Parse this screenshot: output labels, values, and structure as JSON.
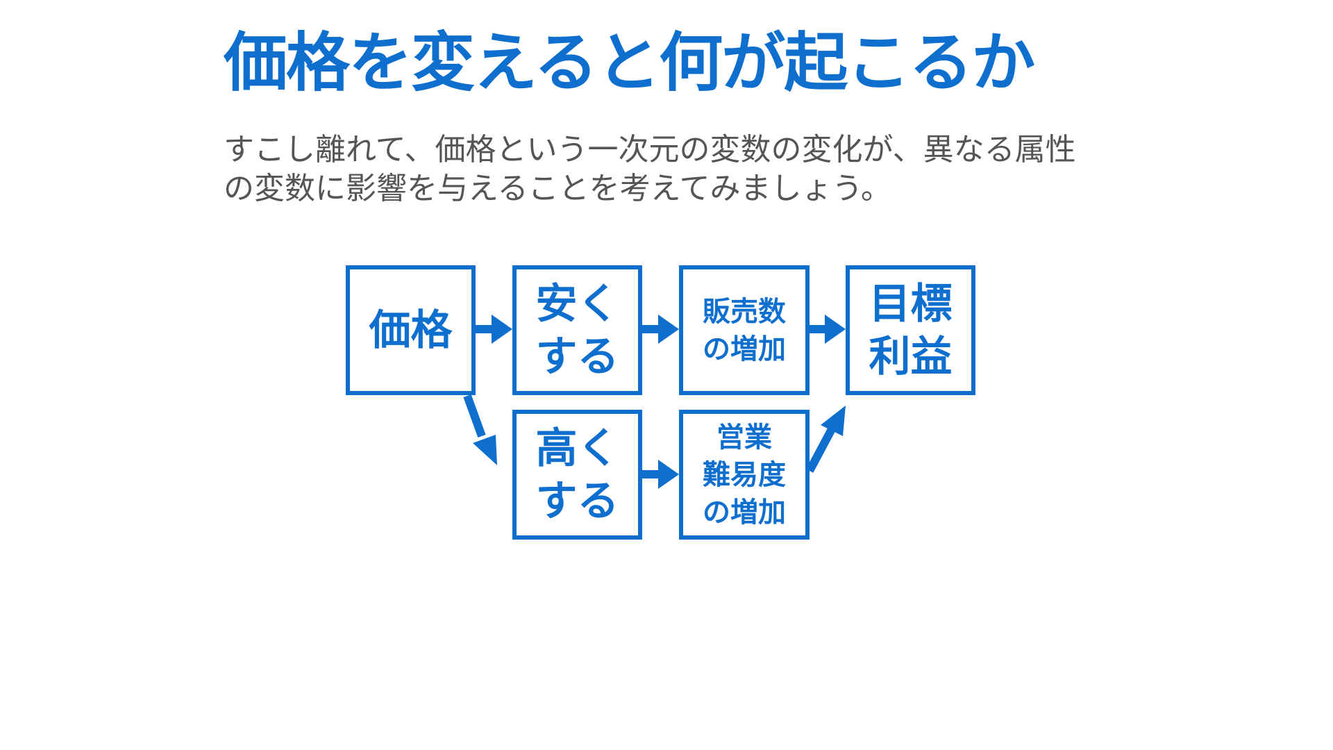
{
  "slide": {
    "title": "価格を変えると何が起こるか",
    "description": [
      "すこし離れて、価格という一次元の変数の変化が、異なる属性",
      "の変数に影響を与えることを考えてみましょう。"
    ]
  },
  "diagram": {
    "color": "#0f6fcf",
    "nodes": {
      "price": "価格",
      "cheaper": "安く\nする",
      "sales": "販売数\nの増加",
      "profit": "目標\n利益",
      "pricier": "高く\nする",
      "difficulty": "営業\n難易度\nの増加"
    }
  }
}
